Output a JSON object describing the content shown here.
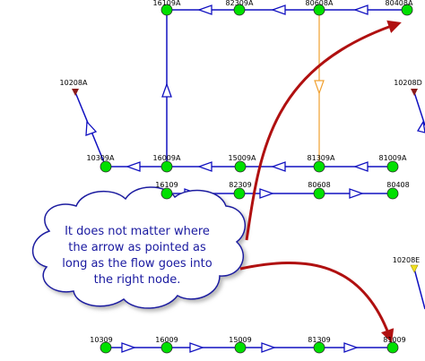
{
  "nodes": [
    {
      "id": "n_16109A",
      "label": "16109A"
    },
    {
      "id": "n_82309A",
      "label": "82309A"
    },
    {
      "id": "n_80608A",
      "label": "80608A"
    },
    {
      "id": "n_80408A",
      "label": "80408A"
    },
    {
      "id": "n_10208A",
      "label": "10208A"
    },
    {
      "id": "n_10208D",
      "label": "10208D"
    },
    {
      "id": "n_10309A",
      "label": "10309A"
    },
    {
      "id": "n_16009A",
      "label": "16009A"
    },
    {
      "id": "n_15009A",
      "label": "15009A"
    },
    {
      "id": "n_81309A",
      "label": "81309A"
    },
    {
      "id": "n_81009A",
      "label": "81009A"
    },
    {
      "id": "n_16109",
      "label": "16109"
    },
    {
      "id": "n_82309",
      "label": "82309"
    },
    {
      "id": "n_80608",
      "label": "80608"
    },
    {
      "id": "n_80408",
      "label": "80408"
    },
    {
      "id": "n_10208E",
      "label": "10208E"
    },
    {
      "id": "n_10309",
      "label": "10309"
    },
    {
      "id": "n_16009",
      "label": "16009"
    },
    {
      "id": "n_15009",
      "label": "15009"
    },
    {
      "id": "n_81309",
      "label": "81309"
    },
    {
      "id": "n_81009",
      "label": "81009"
    }
  ],
  "callout": {
    "lines": [
      "It does not matter where",
      "the arrow as pointed as",
      "long as the flow goes into",
      "the right node."
    ]
  },
  "colors": {
    "node_fill": "#00e000",
    "flow_line": "#1010c0",
    "orange_line": "#f0a030",
    "callout_arrow": "#b01010",
    "callout_text": "#1a1aa0"
  }
}
